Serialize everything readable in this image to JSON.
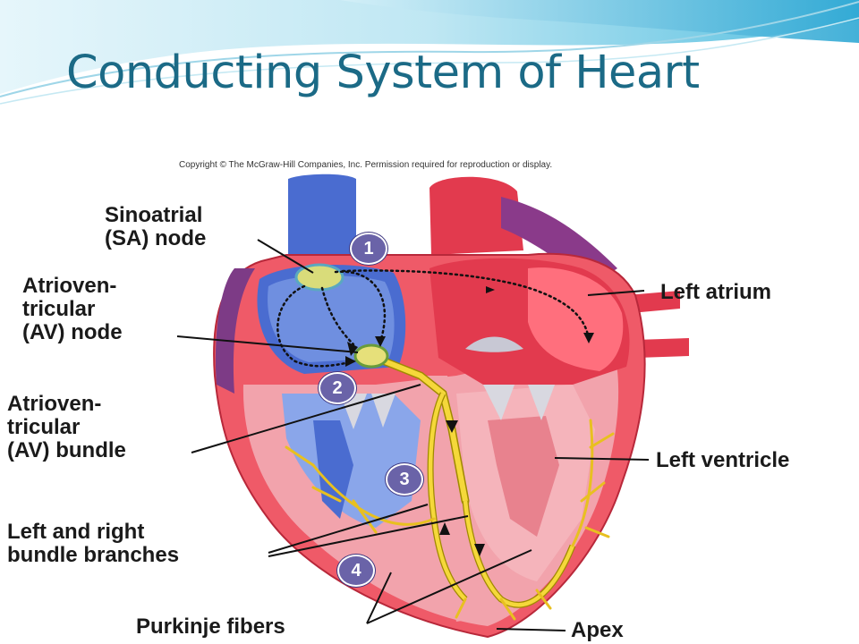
{
  "slide": {
    "title": "Conducting System of Heart",
    "copyright": "Copyright © The McGraw-Hill Companies, Inc. Permission required for reproduction or display."
  },
  "colors": {
    "title": "#1b6a86",
    "header_wave": "#3fb0d6",
    "right_heart": "#4a6cd0",
    "left_heart": "#e23a4e",
    "myocardium": "#f2a3ac",
    "conduction_path": "#f5d83a",
    "step_marker": "#6a63a8"
  },
  "labels": {
    "sa_node": [
      "Sinoatrial",
      "(SA) node"
    ],
    "av_node": [
      "Atrioven-",
      "tricular",
      "(AV) node"
    ],
    "av_bundle": [
      "Atrioven-",
      "tricular",
      "(AV) bundle"
    ],
    "bundle_branches": [
      "Left and right",
      "bundle branches"
    ],
    "purkinje": "Purkinje fibers",
    "left_atrium": "Left atrium",
    "left_ventricle": "Left ventricle",
    "apex": "Apex"
  },
  "steps": [
    "1",
    "2",
    "3",
    "4"
  ],
  "icons": {
    "header": "wave-decoration-icon",
    "diagram": "heart-conduction-illustration-icon"
  }
}
